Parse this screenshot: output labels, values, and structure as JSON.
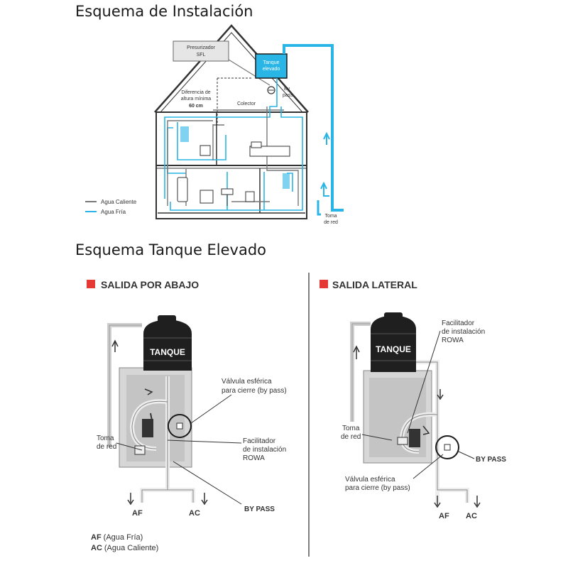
{
  "titles": {
    "installation": "Esquema de Instalación",
    "elevated": "Esquema Tanque Elevado"
  },
  "house": {
    "pressurizer": [
      "Presurizador",
      "SFL"
    ],
    "tank": [
      "Tanque",
      "elevado"
    ],
    "bypass": [
      "By",
      "pass"
    ],
    "height_diff": [
      "Diferencia de",
      "altura mínima",
      "60 cm"
    ],
    "collector": "Colector",
    "supply": [
      "Toma",
      "de red"
    ],
    "legend_hot": "Agua Caliente",
    "legend_cold": "Agua Fría"
  },
  "left": {
    "heading": "SALIDA POR ABAJO",
    "tank": "TANQUE",
    "valve": [
      "Válvula esférica",
      "para cierre (by pass)"
    ],
    "facilitator": [
      "Facilitador",
      "de instalación",
      "ROWA"
    ],
    "supply": [
      "Toma",
      "de red"
    ],
    "bypass": "BY PASS",
    "af": "AF",
    "ac": "AC",
    "legend_af_code": "AF",
    "legend_af_text": "(Agua Fría)",
    "legend_ac_code": "AC",
    "legend_ac_text": "(Agua Caliente)"
  },
  "right": {
    "heading": "SALIDA LATERAL",
    "tank": "TANQUE",
    "facilitator": [
      "Facilitador",
      "de instalación",
      "ROWA"
    ],
    "supply": [
      "Toma",
      "de red"
    ],
    "bypass": "BY PASS",
    "valve": [
      "Válvula esférica",
      "para cierre (by pass)"
    ],
    "af": "AF",
    "ac": "AC"
  },
  "colors": {
    "cold": "#29b6e6",
    "hot": "#777777",
    "accent": "#e53935",
    "tank": "#1f1f1f"
  }
}
